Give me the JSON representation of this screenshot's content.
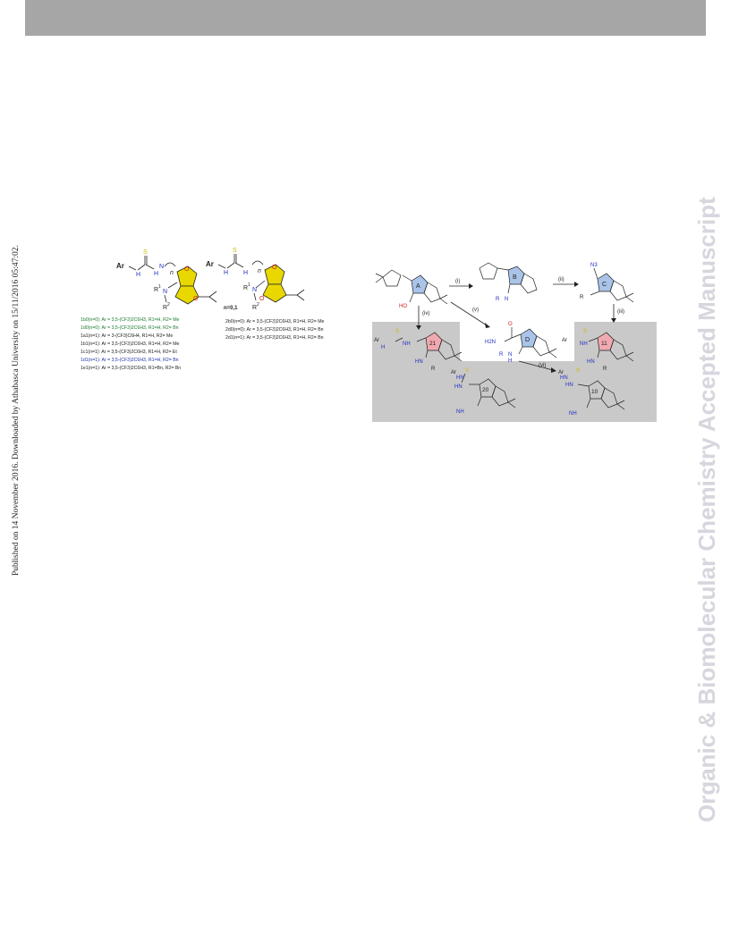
{
  "header": {
    "side_published": "Published on 14 November 2016. Downloaded by Athabasca University on 15/11/2016 05:47:02.",
    "journal_watermark": "Organic & Biomolecular Chemistry Accepted Manuscript"
  },
  "figure_left": {
    "structure_1": {
      "ar": "Ar",
      "nh": "H",
      "s": "S",
      "n": "n",
      "r1": "R",
      "r1_sup": "1",
      "n_label": "N",
      "r2": "R",
      "r2_sup": "2"
    },
    "structure_2": {
      "ar": "Ar",
      "nh": "H",
      "s": "S",
      "n": "n",
      "r1": "R",
      "r1_sup": "1",
      "n_label": "N",
      "r2": "R",
      "r2_sup": "2"
    },
    "n_value": "n=0,1",
    "compounds_1": [
      {
        "text": "1b0(n=0): Ar = 3,5-(CF3)2C6H3, R1=H, R2= Me",
        "color": "#1a7a2e"
      },
      {
        "text": "1d0(n=0): Ar = 3,5-(CF3)2C6H3, R1=H, R2= Bn",
        "color": "#1a7a2e"
      },
      {
        "text": "1a1(n=1): Ar = 3-(CF3)C6H4, R1=H, R2= Me",
        "color": "#222222"
      },
      {
        "text": "1b1(n=1): Ar = 3,5-(CF3)2C6H3, R1=H, R2= Me",
        "color": "#222222"
      },
      {
        "text": "1c1(n=1): Ar = 3,5-(CF3)2C6H3, R1=H, R2= Et",
        "color": "#222222"
      },
      {
        "text": "1d1(n=1): Ar = 3,5-(CF3)2C6H3, R1=H, R2= Bn",
        "color": "#2233aa"
      },
      {
        "text": "1e1(n=1): Ar = 3,5-(CF3)2C6H3, R1=Bn, R2= Bn",
        "color": "#222222"
      }
    ],
    "compounds_2": [
      {
        "text": "2b0(n=0): Ar = 3,5-(CF3)2C6H3, R1=H, R2= Me",
        "color": "#222222"
      },
      {
        "text": "2d0(n=0): Ar = 3,5-(CF3)2C6H3, R1=H, R2= Bn",
        "color": "#222222"
      },
      {
        "text": "2d1(n=1): Ar = 3,5-(CF3)2C6H3, R1=H, R2= Bn",
        "color": "#222222"
      }
    ]
  },
  "figure_right": {
    "ring_labels": {
      "A": "A",
      "B": "B",
      "C": "C",
      "D": "D",
      "2_1": "21",
      "2_0": "20",
      "1_1": "11",
      "1_0": "10"
    },
    "steps": {
      "i": "(i)",
      "ii": "(ii)",
      "iii": "(iii)",
      "iv": "(iv)",
      "v": "(v)",
      "vi": "(vi)"
    },
    "texts": {
      "ho": "HO",
      "n3": "N3",
      "h2n": "H2N",
      "o": "O",
      "ar": "Ar",
      "hn": "HN",
      "nh": "NH",
      "r": "R",
      "n": "N",
      "h": "H"
    }
  },
  "colors": {
    "header": "#a6a6a6",
    "watermark": "#d6d6de",
    "yellow": "#e8d800",
    "blue_ring": "#a9c4e8",
    "pink_ring": "#f0a9b0",
    "gray_panel": "#c9c9c9",
    "oxygen": "#d02020",
    "nitrogen": "#2030c0",
    "sulfur": "#c8b800"
  }
}
